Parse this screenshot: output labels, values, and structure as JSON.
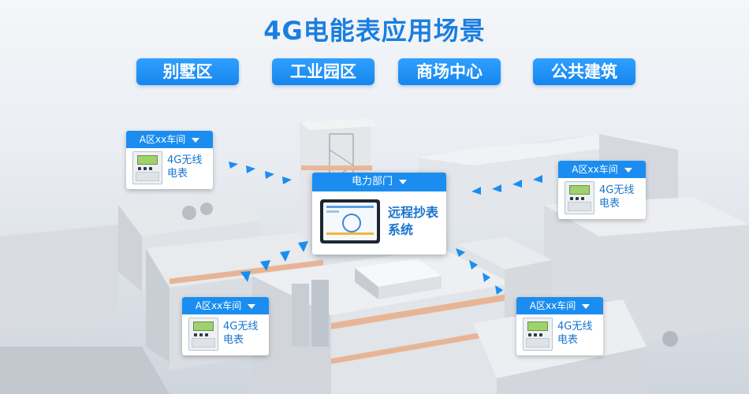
{
  "header": {
    "title": "4G电能表应用场景"
  },
  "tabs": [
    {
      "label": "别墅区"
    },
    {
      "label": "工业园区"
    },
    {
      "label": "商场中心"
    },
    {
      "label": "公共建筑"
    }
  ],
  "cards": {
    "top_left": {
      "header": "A区xx车间",
      "text": "4G无线\n电表"
    },
    "top_right": {
      "header": "A区xx车间",
      "text": "4G无线\n电表"
    },
    "bottom_left": {
      "header": "A区xx车间",
      "text": "4G无线\n电表"
    },
    "bottom_right": {
      "header": "A区xx车间",
      "text": "4G无线\n电表"
    }
  },
  "center_card": {
    "header": "电力部门",
    "text": "远程抄表\n系统"
  },
  "colors": {
    "accent": "#1b8df0",
    "title": "#1a7ee0",
    "text_blue": "#1773d0"
  },
  "icons": [
    "caret-down-icon",
    "electric-meter-icon",
    "tablet-dashboard-icon",
    "signal-arrow-icon"
  ]
}
